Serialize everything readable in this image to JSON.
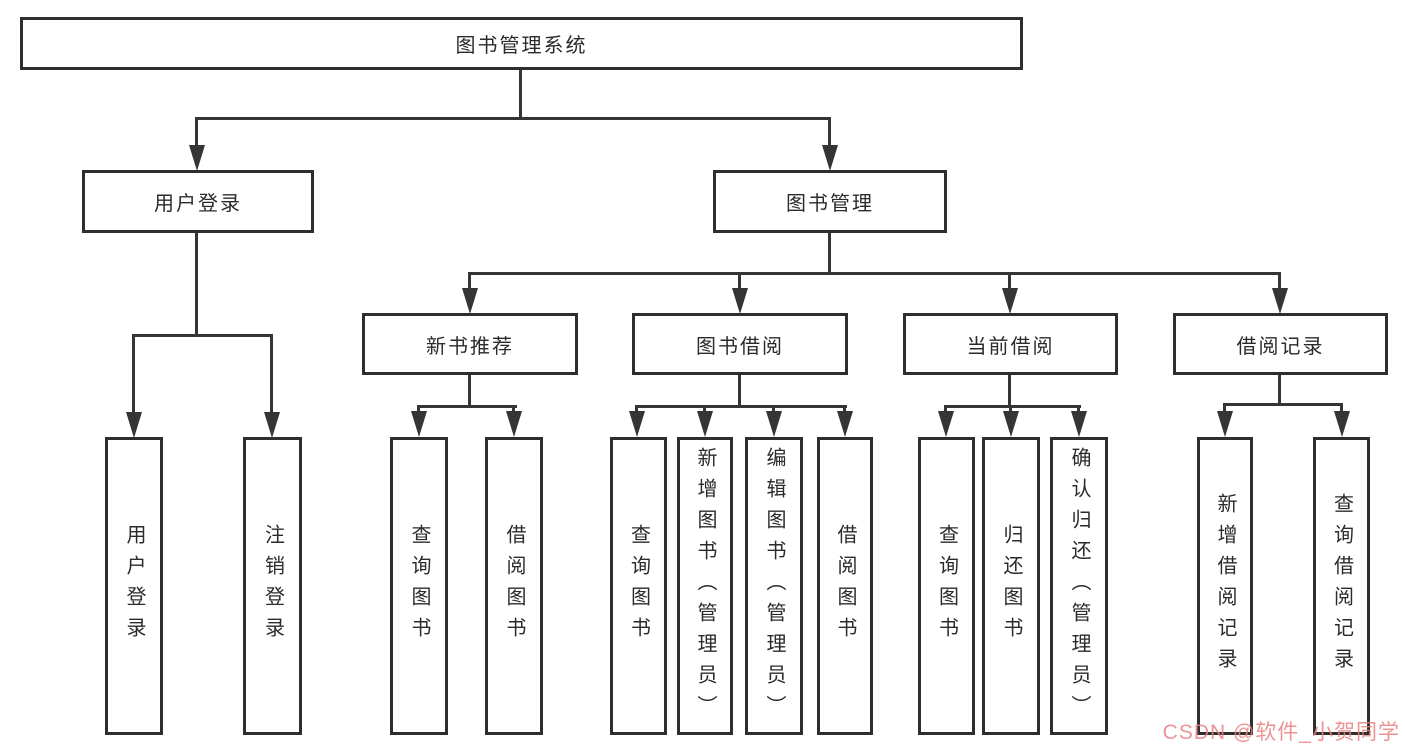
{
  "diagram": {
    "type": "tree",
    "root": {
      "label": "图书管理系统",
      "children": [
        {
          "label": "用户登录",
          "children": [
            {
              "label": "用户登录"
            },
            {
              "label": "注销登录"
            }
          ]
        },
        {
          "label": "图书管理",
          "children": [
            {
              "label": "新书推荐",
              "children": [
                {
                  "label": "查询图书"
                },
                {
                  "label": "借阅图书"
                }
              ]
            },
            {
              "label": "图书借阅",
              "children": [
                {
                  "label": "查询图书"
                },
                {
                  "label": "新增图书（管理员）"
                },
                {
                  "label": "编辑图书（管理员）"
                },
                {
                  "label": "借阅图书"
                }
              ]
            },
            {
              "label": "当前借阅",
              "children": [
                {
                  "label": "查询图书"
                },
                {
                  "label": "归还图书"
                },
                {
                  "label": "确认归还（管理员）"
                }
              ]
            },
            {
              "label": "借阅记录",
              "children": [
                {
                  "label": "新增借阅记录"
                },
                {
                  "label": "查询借阅记录"
                }
              ]
            }
          ]
        }
      ]
    }
  },
  "watermark": {
    "text": "CSDN @软件_小贺同学"
  },
  "colors": {
    "background": "#ffffff",
    "box_border": "#2e2e2e",
    "connector_line": "#353535",
    "node_text": "#2b2b2b",
    "watermark_text": "#eb8080"
  }
}
